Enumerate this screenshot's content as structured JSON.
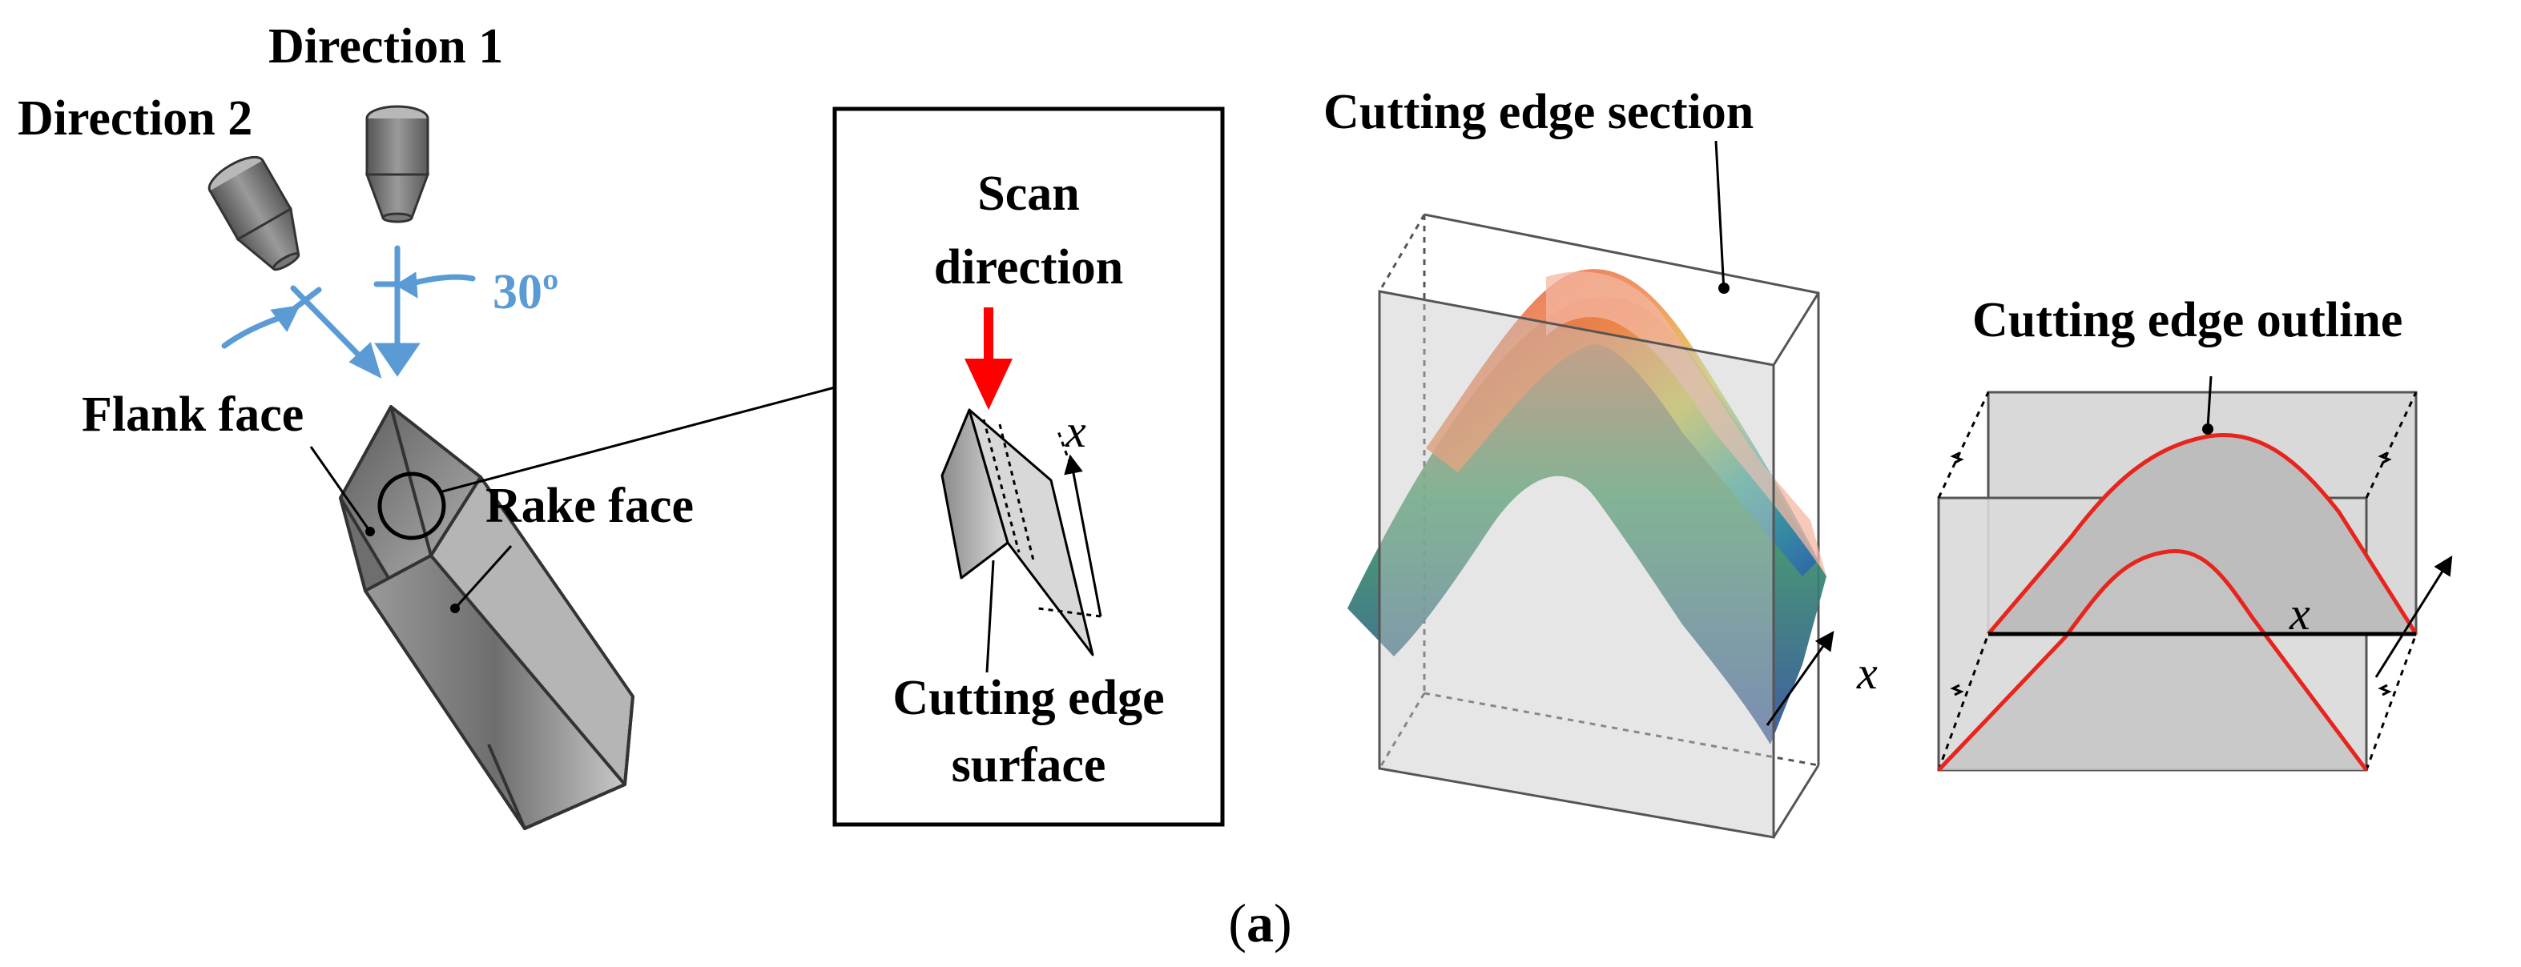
{
  "labels": {
    "direction1": "Direction 1",
    "direction2": "Direction 2",
    "angle": "30º",
    "flank_face": "Flank face",
    "rake_face": "Rake face",
    "scan_line1": "Scan",
    "scan_line2": "direction",
    "x_axis": "x",
    "cutting_edge_surface_line1": "Cutting edge",
    "cutting_edge_surface_line2": "surface",
    "cutting_edge_section": "Cutting edge section",
    "cutting_edge_outline": "Cutting edge outline",
    "caption_open": "(",
    "caption_letter": "a",
    "caption_close": ")"
  },
  "colors": {
    "blue_arrow": "#5b9bd5",
    "red_arrow": "#ff0000",
    "outline_red": "#e8241c"
  }
}
